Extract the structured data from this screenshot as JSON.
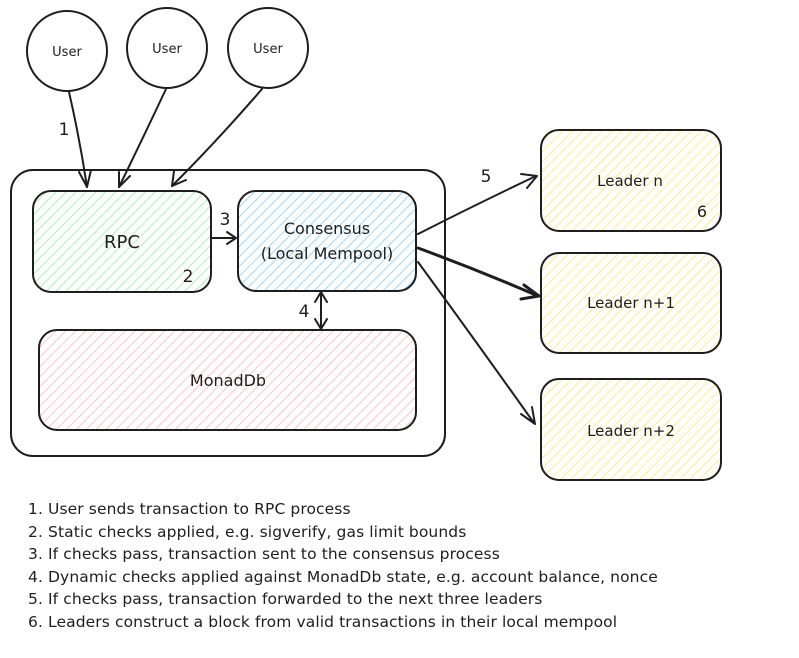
{
  "users": [
    {
      "label": "User"
    },
    {
      "label": "User"
    },
    {
      "label": "User"
    }
  ],
  "nodes": {
    "rpc": {
      "label": "RPC",
      "step": "2",
      "color": "#b2f2bb"
    },
    "consensus": {
      "line1": "Consensus",
      "line2": "(Local Mempool)",
      "color": "#a5d8ff"
    },
    "monaddb": {
      "label": "MonadDb",
      "color": "#ffc9c9"
    },
    "leaders": [
      {
        "label": "Leader n",
        "color": "#ffec99"
      },
      {
        "label": "Leader n+1",
        "color": "#ffec99"
      },
      {
        "label": "Leader n+2",
        "color": "#ffec99"
      }
    ]
  },
  "step_labels": {
    "s1": "1",
    "s3": "3",
    "s4": "4",
    "s5": "5",
    "s6": "6"
  },
  "notes": [
    "1. User sends transaction to RPC process",
    "2. Static checks applied, e.g. sigverify, gas limit bounds",
    "3. If checks pass, transaction sent to the consensus process",
    "4. Dynamic checks applied against MonadDb state, e.g. account balance, nonce",
    "5. If checks pass, transaction forwarded to the next three leaders",
    "6. Leaders construct a block from valid transactions in their local mempool"
  ]
}
